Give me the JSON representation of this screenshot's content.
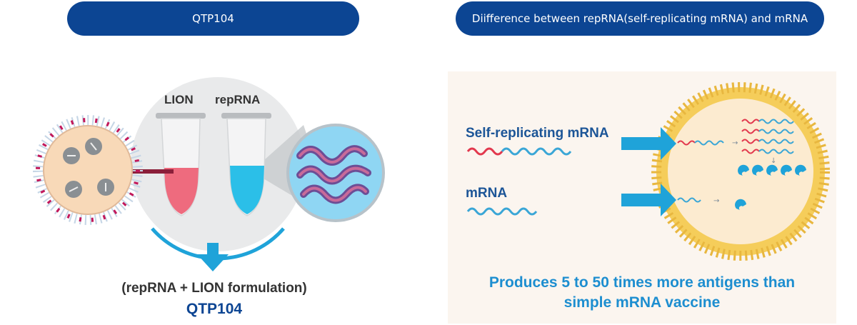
{
  "header": {
    "left_title": "QTP104",
    "right_title": "Diifference between repRNA(self-replicating mRNA) and mRNA"
  },
  "left": {
    "tube_labels": {
      "lion": "LION",
      "reprna": "repRNA"
    },
    "formulation": "(repRNA + LION formulation)",
    "product": "QTP104"
  },
  "right": {
    "self_replicating_label": "Self-replicating mRNA",
    "mrna_label": "mRNA",
    "conclusion_line1": "Produces 5 to 50 times more antigens than",
    "conclusion_line2": "simple mRNA vaccine"
  },
  "colors": {
    "header_blue": "#0c4593",
    "accent_blue": "#1d8ed0",
    "arrow_blue": "#1fa3d9",
    "pink": "#ee6b7e",
    "cyan": "#2bbfe8",
    "cell_yellow": "#f5cd5a",
    "panel_bg": "#fbf5ef"
  }
}
